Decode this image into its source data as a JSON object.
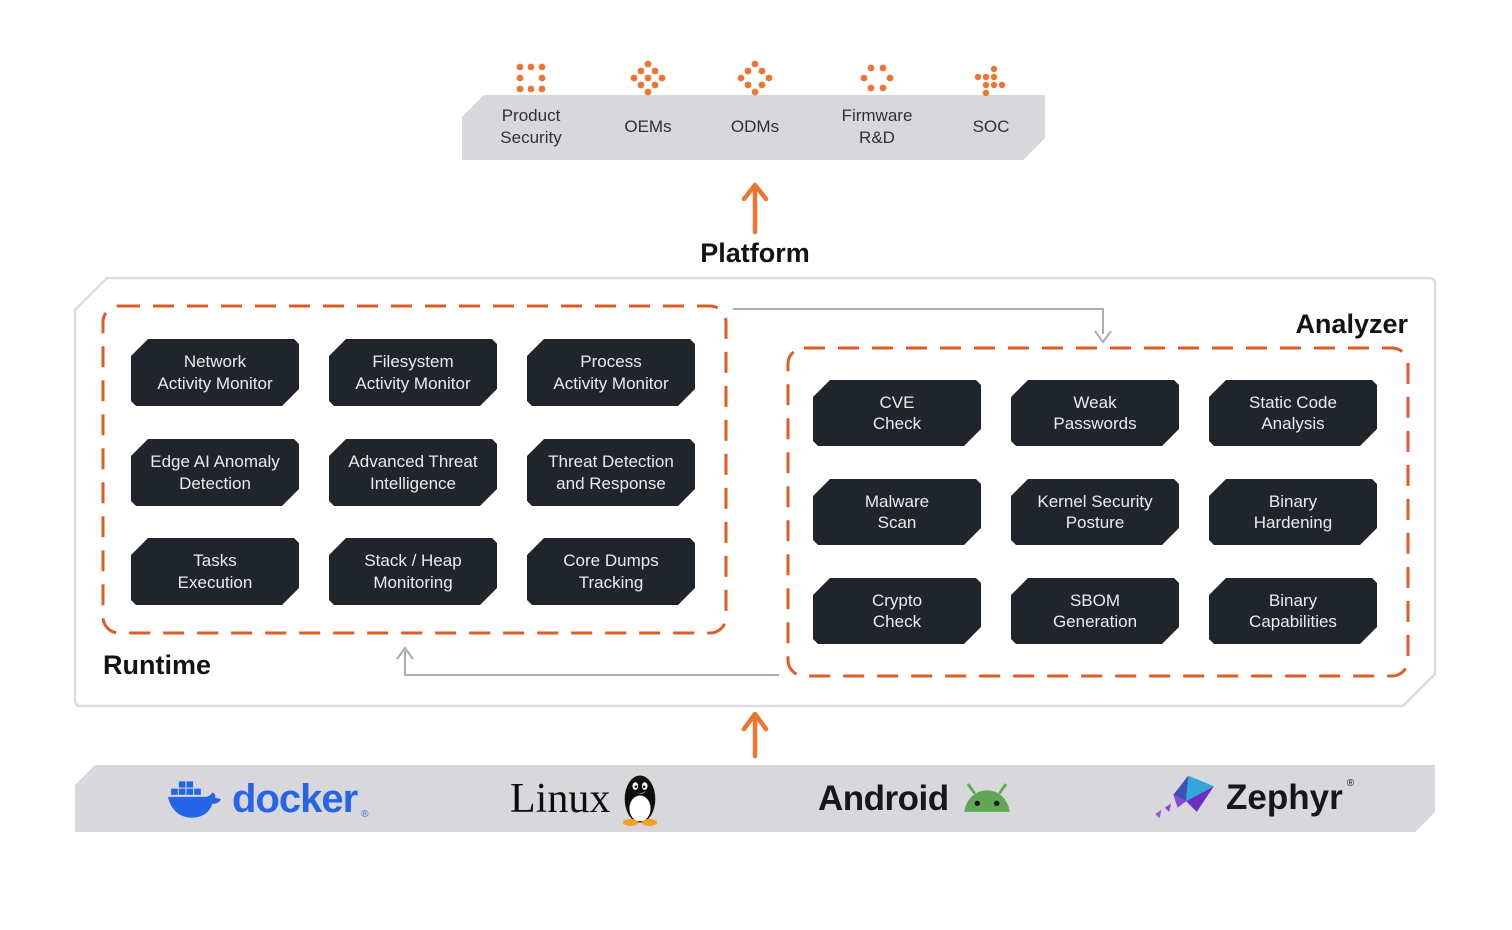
{
  "colors": {
    "accent_orange": "#EC7532",
    "dash_orange": "#DC5E26",
    "chip_dark": "#20242B",
    "bar_gray": "#D8D8DC",
    "connector_gray": "#ABABB6",
    "docker_blue": "#2765E8",
    "android_green": "#61A655"
  },
  "top_bar": {
    "items": [
      {
        "label": "Product Security",
        "icon": "dots-square-icon"
      },
      {
        "label": "OEMs",
        "icon": "dots-diamond-filled-icon"
      },
      {
        "label": "ODMs",
        "icon": "dots-diamond-outline-icon"
      },
      {
        "label": "Firmware R&D",
        "icon": "dots-brackets-icon"
      },
      {
        "label": "SOC",
        "icon": "dots-arrow-icon"
      }
    ]
  },
  "platform": {
    "label": "Platform"
  },
  "runtime": {
    "label": "Runtime",
    "boxes": [
      {
        "line1": "Network",
        "line2": "Activity Monitor"
      },
      {
        "line1": "Filesystem",
        "line2": "Activity Monitor"
      },
      {
        "line1": "Process",
        "line2": "Activity Monitor"
      },
      {
        "line1": "Edge AI Anomaly",
        "line2": "Detection"
      },
      {
        "line1": "Advanced Threat",
        "line2": "Intelligence"
      },
      {
        "line1": "Threat Detection",
        "line2": "and Response"
      },
      {
        "line1": "Tasks",
        "line2": "Execution"
      },
      {
        "line1": "Stack / Heap",
        "line2": "Monitoring"
      },
      {
        "line1": "Core Dumps",
        "line2": "Tracking"
      }
    ]
  },
  "analyzer": {
    "label": "Analyzer",
    "boxes": [
      {
        "line1": "CVE",
        "line2": "Check"
      },
      {
        "line1": "Weak",
        "line2": "Passwords"
      },
      {
        "line1": "Static Code",
        "line2": "Analysis"
      },
      {
        "line1": "Malware",
        "line2": "Scan"
      },
      {
        "line1": "Kernel Security",
        "line2": "Posture"
      },
      {
        "line1": "Binary",
        "line2": "Hardening"
      },
      {
        "line1": "Crypto",
        "line2": "Check"
      },
      {
        "line1": "SBOM",
        "line2": "Generation"
      },
      {
        "line1": "Binary",
        "line2": "Capabilities"
      }
    ]
  },
  "os_bar": {
    "docker_label": "docker",
    "docker_reg": "®",
    "linux_label": "Linux",
    "android_label": "Android",
    "zephyr_label": "Zephyr",
    "zephyr_reg": "®"
  }
}
